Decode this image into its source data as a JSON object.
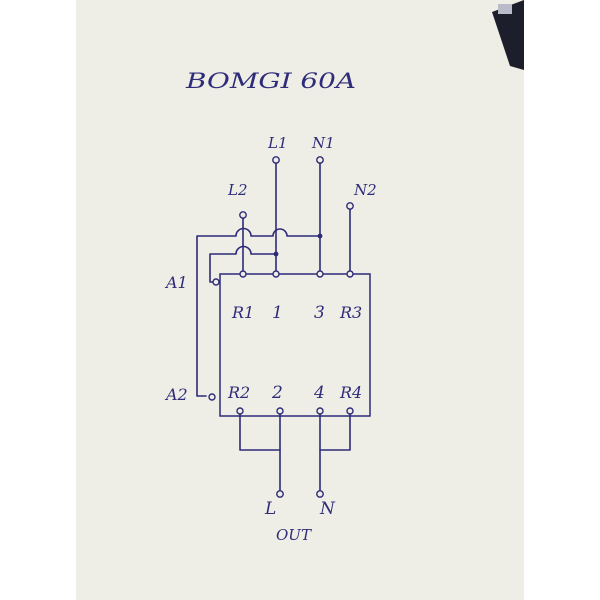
{
  "title": "BOMGI 60A",
  "colors": {
    "paper": "#efeee6",
    "ink": "#2d2a78",
    "background": "#ffffff"
  },
  "inputs": {
    "l1": "L1",
    "n1": "N1",
    "l2": "L2",
    "n2": "N2"
  },
  "coil": {
    "a1": "A1",
    "a2": "A2"
  },
  "top_terminals": {
    "r1": "R1",
    "t1": "1",
    "t3": "3",
    "r3": "R3"
  },
  "bottom_terminals": {
    "r2": "R2",
    "t2": "2",
    "t4": "4",
    "r4": "R4"
  },
  "outputs": {
    "l": "L",
    "n": "N",
    "label": "OUT"
  }
}
